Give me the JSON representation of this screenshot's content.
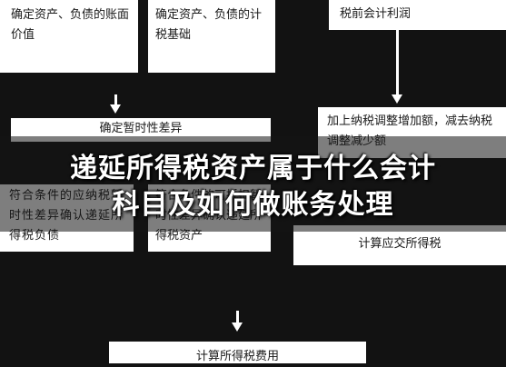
{
  "nodes": {
    "book_value": "确定资产、负债的账面价值",
    "tax_base": "确定资产、负债的计税基础",
    "pretax_profit": "税前会计利润",
    "temp_diff": "确定暂时性差异",
    "adjust": "加上纳税调整增加额，减去纳税调整减少额",
    "deferred_liability": "符合条件的应纳税暂时性差异确认递延所得税负债",
    "deferred_asset": "符合条件的可抵扣暂时性差异确认递延所得税资产",
    "tax_payable": "计算应交所得税",
    "tax_expense": "计算所得税费用"
  },
  "headline": {
    "line1": "递延所得税资产属于什么会计",
    "line2": "科目及如何做账务处理"
  },
  "colors": {
    "background": "#121212",
    "box": "#ffffff",
    "text": "#1a1a1a",
    "arrow": "#ffffff"
  }
}
